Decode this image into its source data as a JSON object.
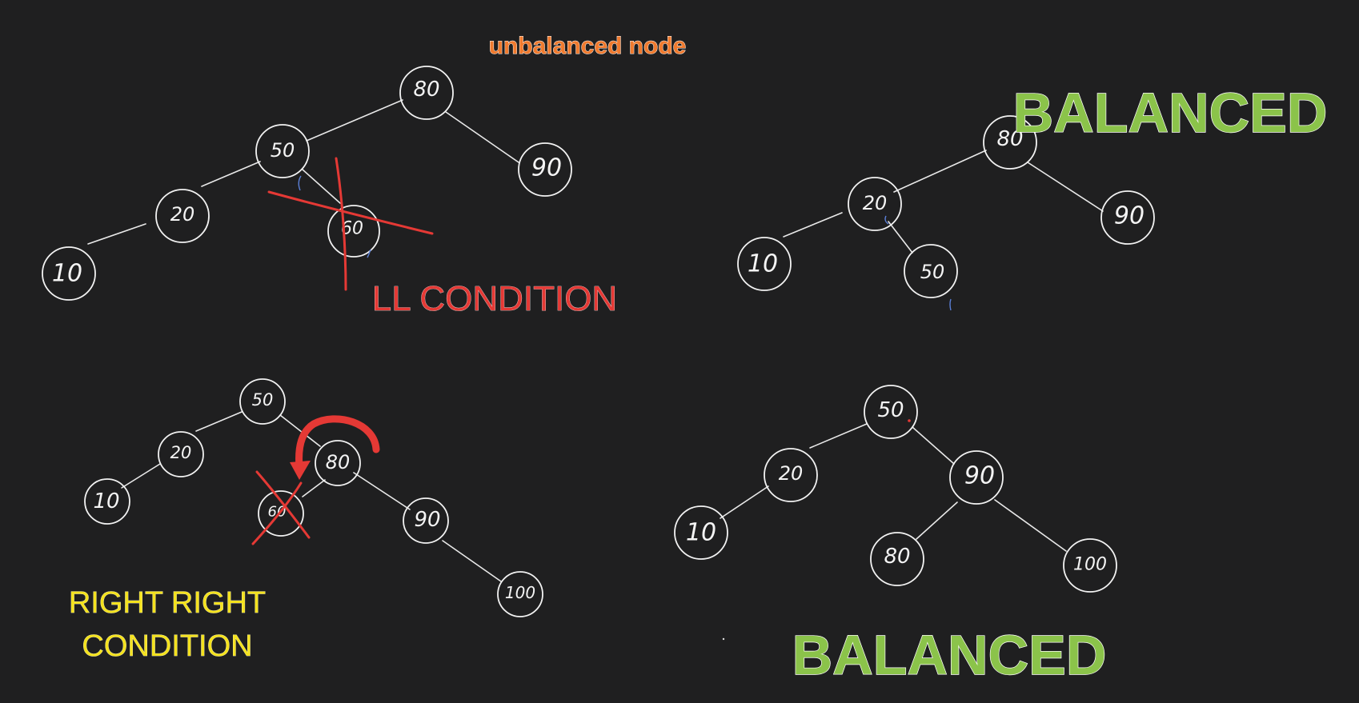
{
  "annotations": {
    "unbalanced_node": "unbalanced node",
    "ll_condition": "LL CONDITION",
    "balanced_top": "BALANCED",
    "right_right_line1": "RIGHT RIGHT",
    "right_right_line2": "CONDITION",
    "balanced_bottom": "BALANCED"
  },
  "colors": {
    "background": "#1f1f20",
    "node_stroke": "#f2f2f2",
    "unbalanced_label": "#f07a2e",
    "ll_condition": "#e53935",
    "balanced": "#8bc34a",
    "right_right": "#f4e21e",
    "strike_mark": "#e53935"
  },
  "trees": {
    "ll_before": {
      "nodes": [
        {
          "id": "n80",
          "label": "80"
        },
        {
          "id": "n50",
          "label": "50"
        },
        {
          "id": "n90",
          "label": "90"
        },
        {
          "id": "n20",
          "label": "20"
        },
        {
          "id": "n60",
          "label": "60",
          "crossed_out": true
        },
        {
          "id": "n10",
          "label": "10"
        }
      ],
      "edges": [
        [
          "n80",
          "n50"
        ],
        [
          "n80",
          "n90"
        ],
        [
          "n50",
          "n20"
        ],
        [
          "n50",
          "n60"
        ],
        [
          "n20",
          "n10"
        ]
      ]
    },
    "ll_after": {
      "nodes": [
        {
          "id": "m80",
          "label": "80"
        },
        {
          "id": "m20",
          "label": "20"
        },
        {
          "id": "m90",
          "label": "90"
        },
        {
          "id": "m10",
          "label": "10"
        },
        {
          "id": "m50",
          "label": "50"
        }
      ],
      "edges": [
        [
          "m80",
          "m20"
        ],
        [
          "m80",
          "m90"
        ],
        [
          "m20",
          "m10"
        ],
        [
          "m20",
          "m50"
        ]
      ]
    },
    "rr_before": {
      "nodes": [
        {
          "id": "r50",
          "label": "50"
        },
        {
          "id": "r20",
          "label": "20"
        },
        {
          "id": "r80",
          "label": "80"
        },
        {
          "id": "r10",
          "label": "10"
        },
        {
          "id": "r60",
          "label": "60",
          "crossed_out": true
        },
        {
          "id": "r90",
          "label": "90"
        },
        {
          "id": "r100",
          "label": "100"
        }
      ],
      "edges": [
        [
          "r50",
          "r20"
        ],
        [
          "r50",
          "r80"
        ],
        [
          "r20",
          "r10"
        ],
        [
          "r80",
          "r60"
        ],
        [
          "r80",
          "r90"
        ],
        [
          "r90",
          "r100"
        ]
      ]
    },
    "rr_after": {
      "nodes": [
        {
          "id": "s50",
          "label": "50"
        },
        {
          "id": "s20",
          "label": "20"
        },
        {
          "id": "s90",
          "label": "90"
        },
        {
          "id": "s10",
          "label": "10"
        },
        {
          "id": "s80",
          "label": "80"
        },
        {
          "id": "s100",
          "label": "100"
        }
      ],
      "edges": [
        [
          "s50",
          "s20"
        ],
        [
          "s50",
          "s90"
        ],
        [
          "s20",
          "s10"
        ],
        [
          "s90",
          "s80"
        ],
        [
          "s90",
          "s100"
        ]
      ]
    }
  }
}
